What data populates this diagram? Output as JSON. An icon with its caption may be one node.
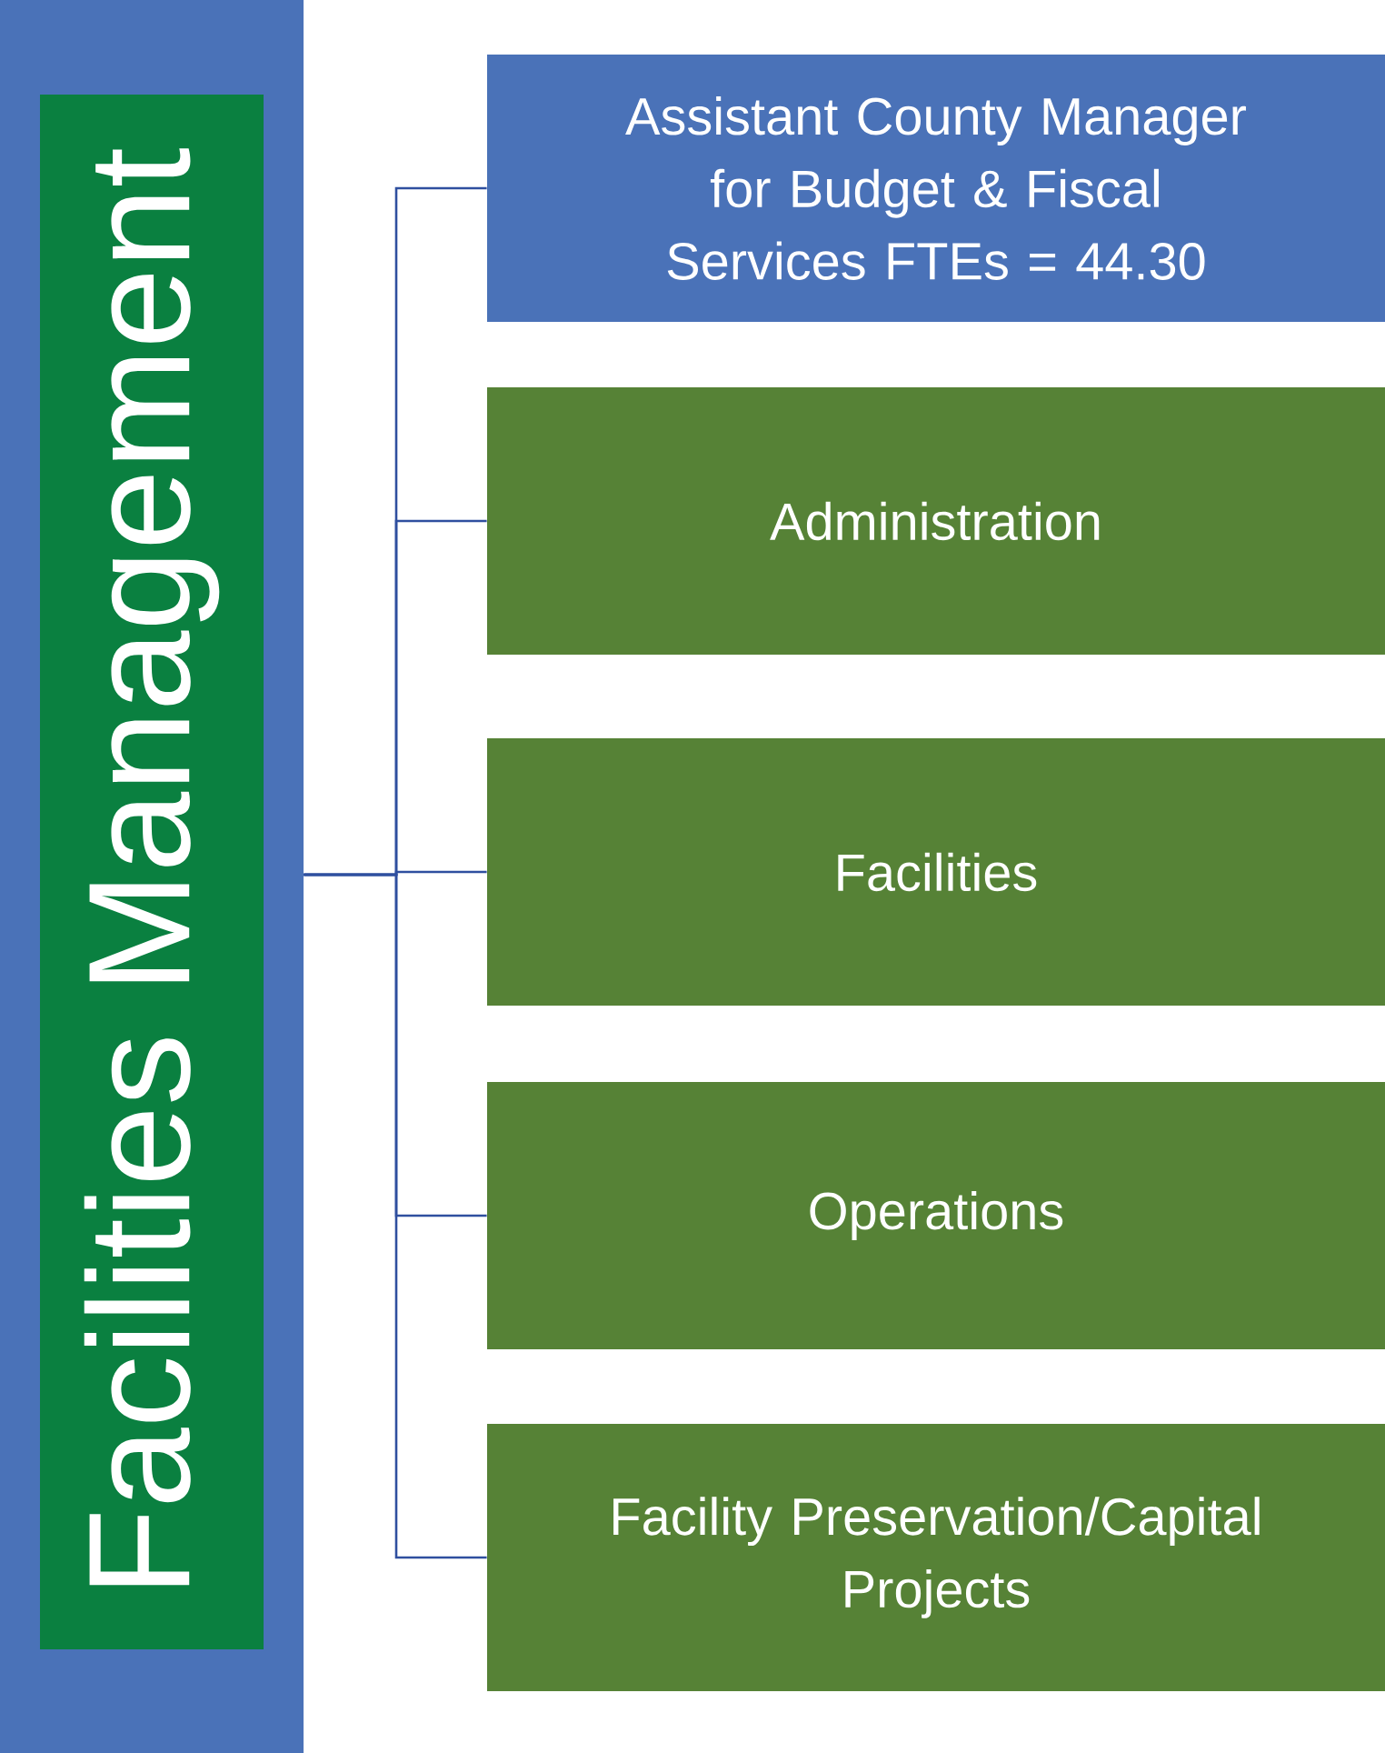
{
  "diagram": {
    "nodes": [
      {
        "text": [],
        "shape": "box"
      },
      {
        "text": [
          "Facilities Management"
        ],
        "in": 0
      },
      {
        "text": [
          "Assistant County Manager for Budget & Fiscal Services FTEs = 44.30"
        ]
      },
      {
        "text": [
          "Administration"
        ]
      },
      {
        "text": [
          "Facilities"
        ]
      },
      {
        "text": [
          "Operations"
        ]
      },
      {
        "text": [
          "Facility Preservation/Capital Projects"
        ]
      }
    ],
    "edges": [
      {
        "from": 0,
        "to": 2,
        "arrow": "none"
      },
      {
        "from": 0,
        "to": 3,
        "arrow": "none"
      },
      {
        "from": 0,
        "to": 4,
        "arrow": "none"
      },
      {
        "from": 0,
        "to": 5,
        "arrow": "none"
      },
      {
        "from": 0,
        "to": 6,
        "arrow": "none"
      }
    ]
  }
}
